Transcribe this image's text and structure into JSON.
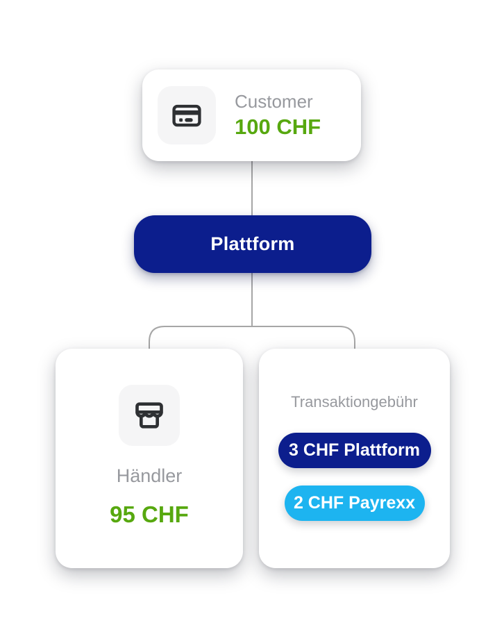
{
  "diagram": {
    "customer": {
      "label": "Customer",
      "amount": "100 CHF",
      "icon": "credit-card-icon"
    },
    "platform": {
      "label": "Plattform"
    },
    "merchant": {
      "label": "Händler",
      "amount": "95 CHF",
      "icon": "storefront-icon"
    },
    "fees": {
      "title": "Transaktiongebühr",
      "items": [
        {
          "label": "3 CHF Plattform",
          "color": "#0c1e8d"
        },
        {
          "label": "2 CHF Payrexx",
          "color": "#1db4f0"
        }
      ]
    }
  },
  "colors": {
    "platform_navy": "#0c1e8d",
    "payrexx_cyan": "#1db4f0",
    "amount_green": "#57a80f",
    "label_gray": "#97999e",
    "connector_gray": "#a6a6a6",
    "card_background": "#ffffff",
    "icon_background": "#f5f5f6",
    "icon_stroke": "#2e3033"
  }
}
